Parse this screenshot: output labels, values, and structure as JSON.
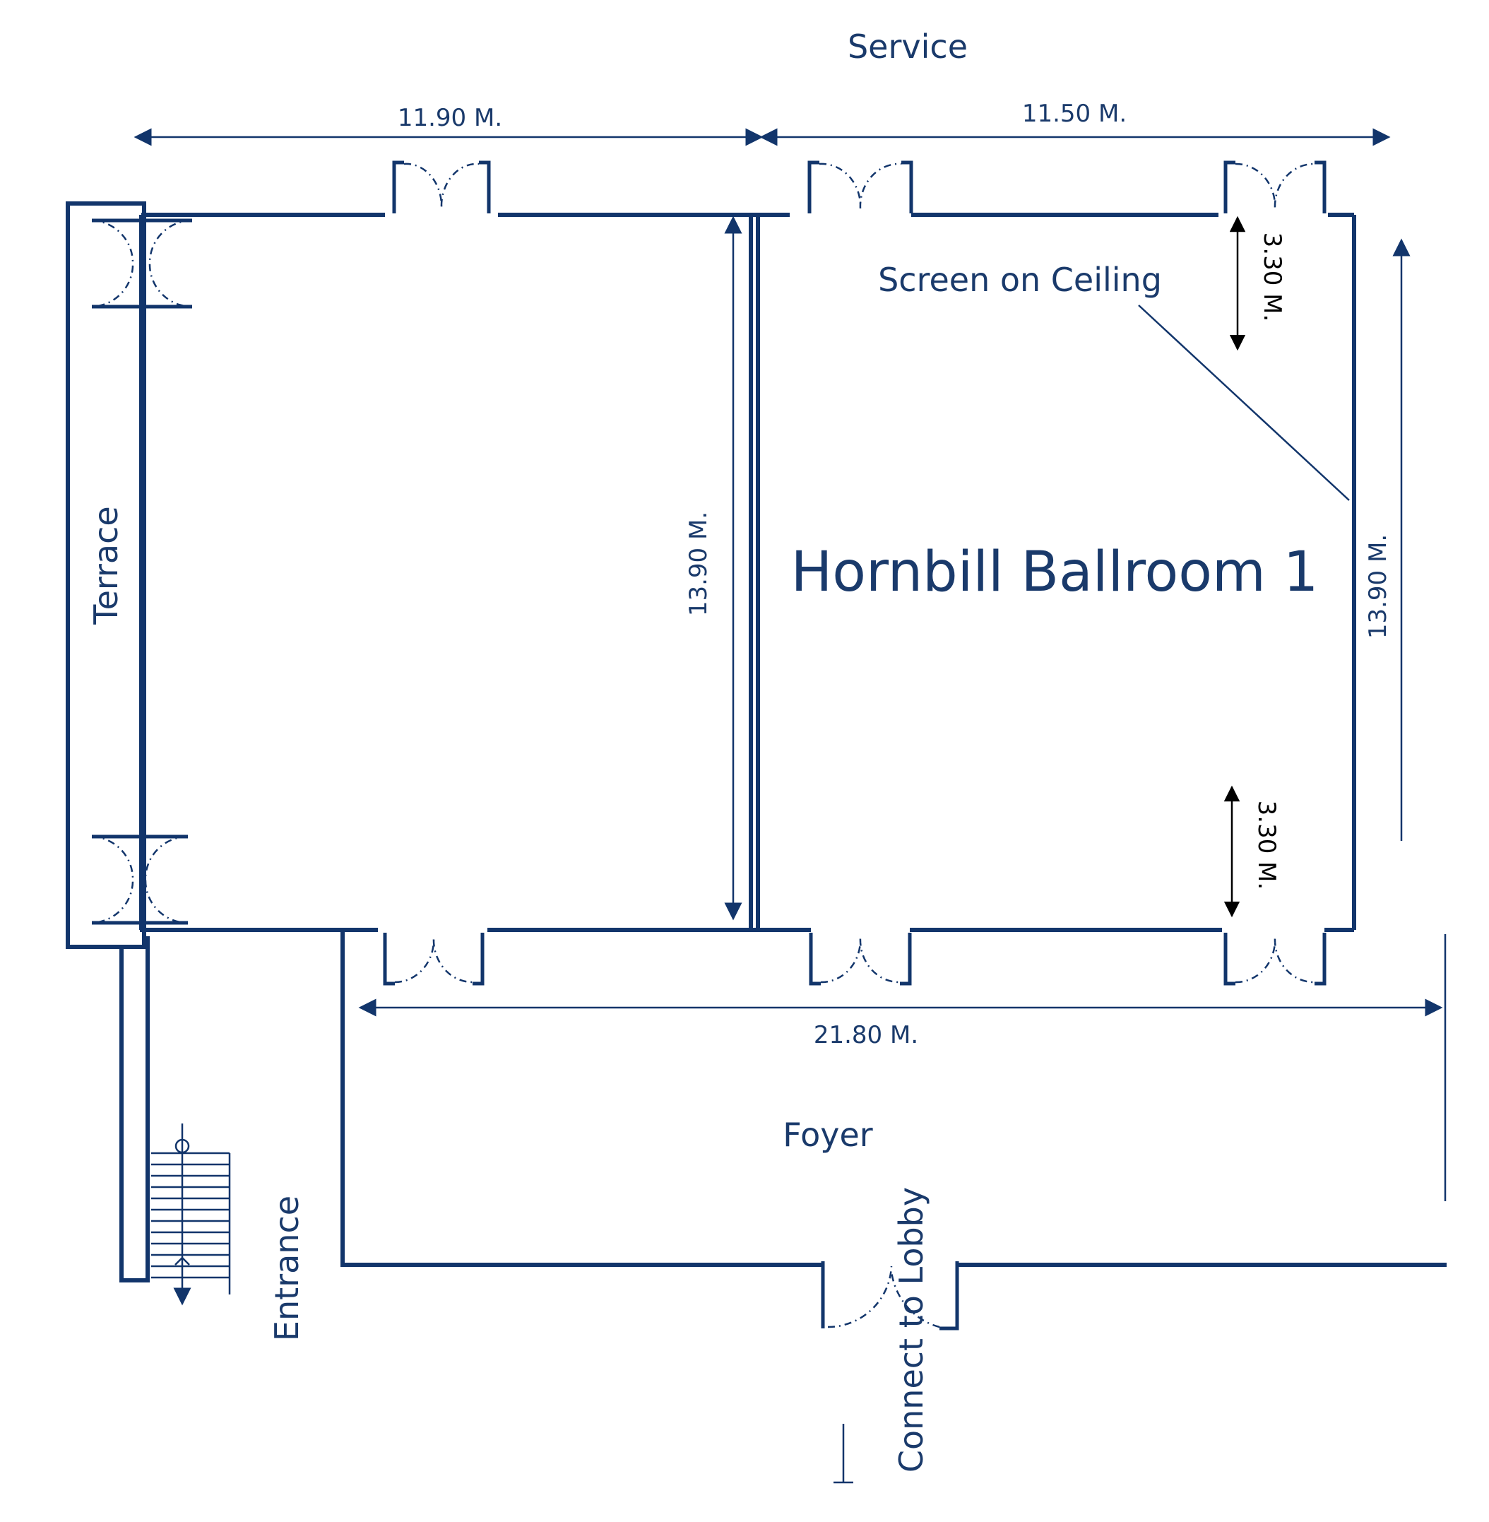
{
  "labels": {
    "service": "Service",
    "terrace": "Terrace",
    "room": "Hornbill Ballroom 1",
    "screen": "Screen on Ceiling",
    "foyer": "Foyer",
    "entrance": "Entrance",
    "lobby": "Connect to Lobby"
  },
  "dimensions": {
    "top_left": "11.90 M.",
    "top_right": "11.50 M.",
    "inner_height": "13.90 M.",
    "outer_height": "13.90 M.",
    "screen_top": "3.30 M.",
    "screen_bottom": "3.30 M.",
    "bottom_width": "21.80 M."
  },
  "colors": {
    "line": "#12356b",
    "text": "#1a3a6b",
    "arrow": "#000000"
  }
}
